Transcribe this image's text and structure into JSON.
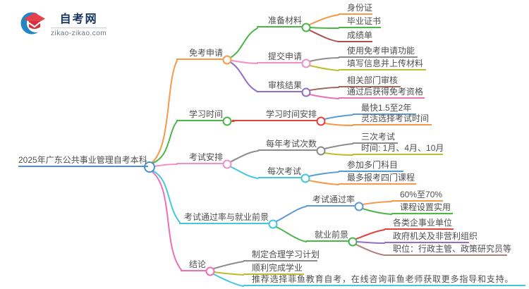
{
  "logo": {
    "site_name": "自考网",
    "site_url": "zikao-zikao.com",
    "icon": "graduation-cap-icon",
    "colors": {
      "crescent_blue": "#2286c3",
      "cap_red": "#e6404a",
      "title_navy": "#15335e"
    }
  },
  "palette": {
    "blue": "#4a90d2",
    "light_blue": "#5b9bd5",
    "orange": "#f59a49",
    "green": "#4cb648",
    "pink": "#f090c6",
    "magenta": "#ed6fb8",
    "cyan": "#43c7de",
    "purple": "#8f6fc8",
    "red": "#e6413c",
    "gray": "#8c8c8c",
    "olive": "#bcbe2d",
    "maroon": "#a8544b",
    "brown": "#9a6b58",
    "rosybrown": "#b3807b",
    "text": "#4f4f4f"
  },
  "mindmap": {
    "root": {
      "label": "2025年广东公共事业管理自考本科",
      "color": "#4a90d2"
    },
    "branches": [
      {
        "label": "免考申请",
        "color": "#f59a49",
        "children": [
          {
            "label": "准备材料",
            "color": "#4cb648",
            "children": [
              {
                "label": "身份证",
                "color": "#f59a49"
              },
              {
                "label": "毕业证书",
                "color": "#4cb648"
              },
              {
                "label": "成绩单",
                "color": "#a8544b"
              }
            ]
          },
          {
            "label": "提交申请",
            "color": "#f090c6",
            "children": [
              {
                "label": "使用免考申请功能",
                "color": "#8c8c8c"
              },
              {
                "label": "填写信息并上传材料",
                "color": "#bcbe2d"
              }
            ]
          },
          {
            "label": "审核结果",
            "color": "#8f6fc8",
            "children": [
              {
                "label": "相关部门审核",
                "color": "#9a6b58"
              },
              {
                "label": "通过后获得免考资格",
                "color": "#ed6fb8"
              }
            ]
          }
        ]
      },
      {
        "label": "学习时间",
        "color": "#4cb648",
        "children": [
          {
            "label": "学习时间安排",
            "color": "#e6413c",
            "children": [
              {
                "label": "最快1.5至2年",
                "color": "#5b9bd5"
              },
              {
                "label": "灵活选择考试时间",
                "color": "#f59a49"
              }
            ]
          }
        ]
      },
      {
        "label": "考试安排",
        "color": "#f090c6",
        "children": [
          {
            "label": "每年考试次数",
            "color": "#8c8c8c",
            "children": [
              {
                "label": "三次考试",
                "color": "#8c8c8c"
              },
              {
                "label": "时间: 1月、4月、10月",
                "color": "#bcbe2d"
              }
            ]
          },
          {
            "label": "每次考试",
            "color": "#43c7de",
            "children": [
              {
                "label": "参加多门科目",
                "color": "#5b9bd5"
              },
              {
                "label": "最多报考四门课程",
                "color": "#f59a49"
              }
            ]
          }
        ]
      },
      {
        "label": "考试通过率与就业前景",
        "color": "#43c7de",
        "children": [
          {
            "label": "考试通过率",
            "color": "#5b9bd5",
            "children": [
              {
                "label": "60%至70%",
                "color": "#f59a49"
              },
              {
                "label": "课程设置实用",
                "color": "#4cb648"
              }
            ]
          },
          {
            "label": "就业前景",
            "color": "#4cb648",
            "children": [
              {
                "label": "各类企事业单位",
                "color": "#e6413c"
              },
              {
                "label": "政府机关及非营利组织",
                "color": "#8f6fc8"
              },
              {
                "label": "职位：行政主管、政策研究员等",
                "color": "#b3807b"
              }
            ]
          }
        ]
      },
      {
        "label": "结论",
        "color": "#ed6fb8",
        "children": [
          {
            "label": "制定合理学习计划",
            "color": "#8c8c8c"
          },
          {
            "label": "顺利完成学业",
            "color": "#bcbe2d"
          },
          {
            "label": "推荐选择菲鱼教育自考，在线咨询菲鱼老师获取更多指导和支持。",
            "color": "#43c7de"
          }
        ]
      }
    ]
  }
}
